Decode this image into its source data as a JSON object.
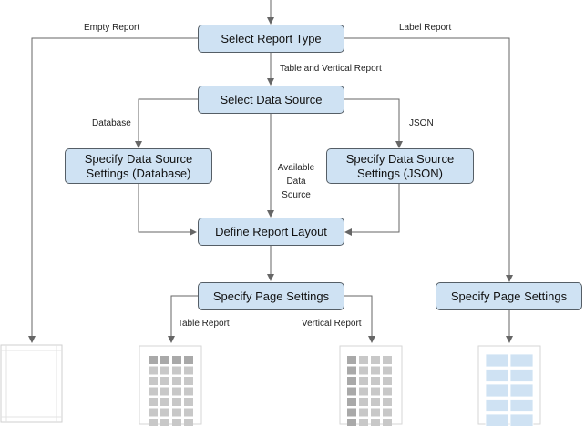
{
  "nodes": {
    "select_report_type": "Select Report Type",
    "select_data_source": "Select Data Source",
    "ds_database": "Specify Data Source Settings (Database)",
    "ds_json": "Specify Data Source Settings (JSON)",
    "define_layout": "Define Report Layout",
    "page_settings_left": "Specify Page Settings",
    "page_settings_right": "Specify Page Settings"
  },
  "edge_labels": {
    "empty_report": "Empty Report",
    "label_report": "Label Report",
    "table_vertical": "Table and Vertical Report",
    "database": "Database",
    "json": "JSON",
    "available_data_source": "Available Data Source",
    "table_report": "Table Report",
    "vertical_report": "Vertical Report"
  },
  "colors": {
    "node_fill": "#cfe2f3",
    "node_border": "#555e66",
    "connector": "#666666",
    "grey_cell": "#c8c8c8",
    "label_cell": "#cfe2f3"
  },
  "icons": {
    "empty_page": "blank-page-icon",
    "table_page": "table-grid-page-icon",
    "vertical_page": "vertical-grid-page-icon",
    "label_page": "label-grid-page-icon"
  }
}
